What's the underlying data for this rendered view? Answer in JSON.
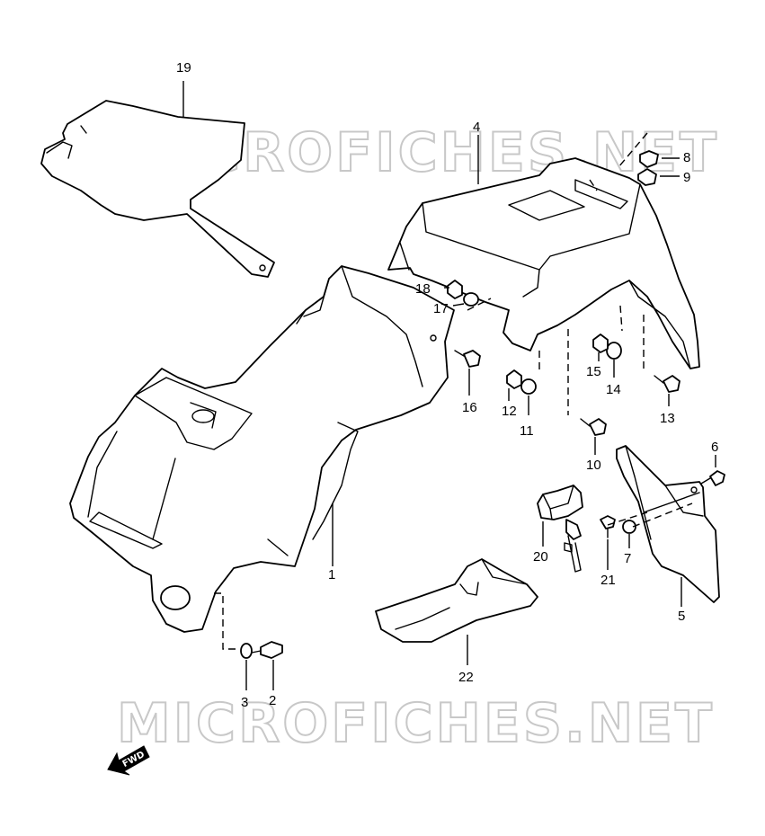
{
  "watermark": {
    "text": "MICROFICHES.NET"
  },
  "direction_label": "FWD",
  "callouts": {
    "p1": "1",
    "p2": "2",
    "p3": "3",
    "p4": "4",
    "p5": "5",
    "p6": "6",
    "p7": "7",
    "p8": "8",
    "p9": "9",
    "p10": "10",
    "p11": "11",
    "p12": "12",
    "p13": "13",
    "p14": "14",
    "p15": "15",
    "p16": "16",
    "p17": "17",
    "p18": "18",
    "p19": "19",
    "p20": "20",
    "p21": "21",
    "p22": "22"
  }
}
